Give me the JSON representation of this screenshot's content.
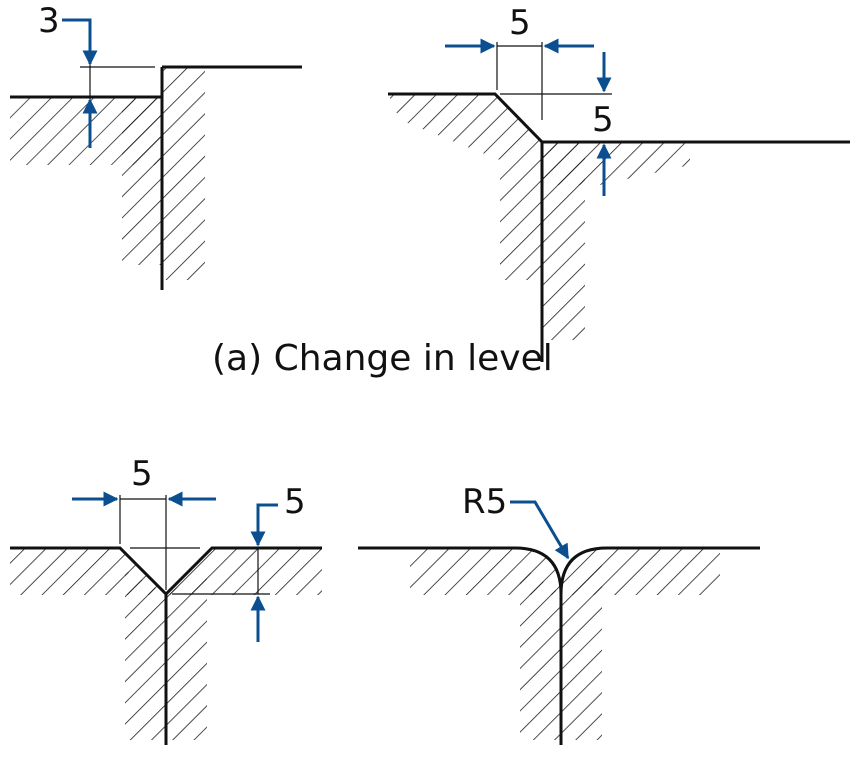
{
  "caption": "(a) Change in level",
  "colors": {
    "ink": "#111111",
    "arrow": "#0b4f91",
    "background": "#ffffff"
  },
  "figures": {
    "step": {
      "dimension": "3"
    },
    "chamfer_step": {
      "dimension_width": "5",
      "dimension_depth": "5"
    },
    "v_groove": {
      "dimension_width": "5",
      "dimension_depth": "5"
    },
    "radius": {
      "dimension": "R5"
    }
  }
}
